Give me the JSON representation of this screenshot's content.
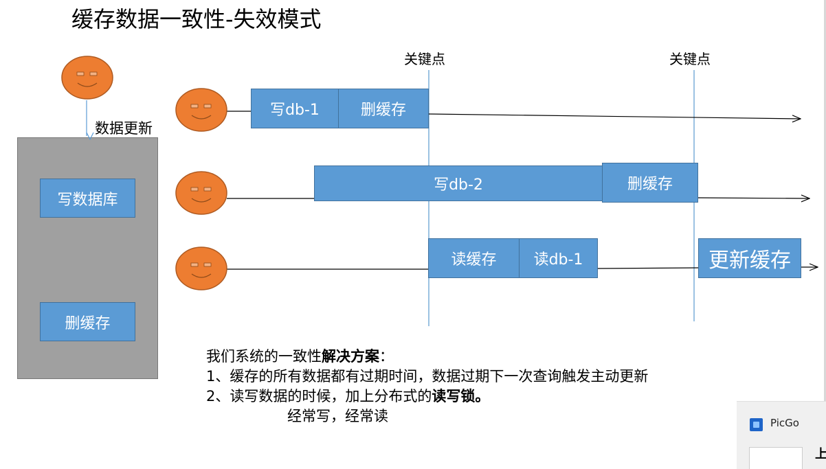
{
  "title": "缓存数据一致性-失效模式",
  "key_point_label": "关键点",
  "data_update_label": "数据更新",
  "server_blocks": {
    "write_db": "写数据库",
    "delete_cache": "删缓存"
  },
  "lane1": {
    "write": "写db-1",
    "delete": "删缓存"
  },
  "lane2": {
    "write": "写db-2",
    "delete": "删缓存"
  },
  "lane3": {
    "read_cache": "读缓存",
    "read_db": "读db-1",
    "update_cache": "更新缓存"
  },
  "solution": {
    "line1_prefix": "我们系统的一致性",
    "line1_bold": "解决方案",
    "line1_suffix": "：",
    "line2": "1、缓存的所有数据都有过期时间，数据过期下一次查询触发主动更新",
    "line3_prefix": "2、读写数据的时候，加上分布式的",
    "line3_bold": "读写锁。",
    "line4": "经常写，经常读"
  },
  "picgo": {
    "app_name": "PicGo",
    "peek_text": "上"
  },
  "colors": {
    "block_fill": "#5b9bd5",
    "block_border": "#41719c",
    "face_fill": "#ed7d31",
    "face_stroke": "#ae5a21",
    "server_fill": "#a0a0a0",
    "key_line": "#7aaed9"
  },
  "icons": [
    "smiley-face-icon",
    "arrow-right-icon",
    "arrow-down-icon",
    "picgo-logo-icon"
  ]
}
